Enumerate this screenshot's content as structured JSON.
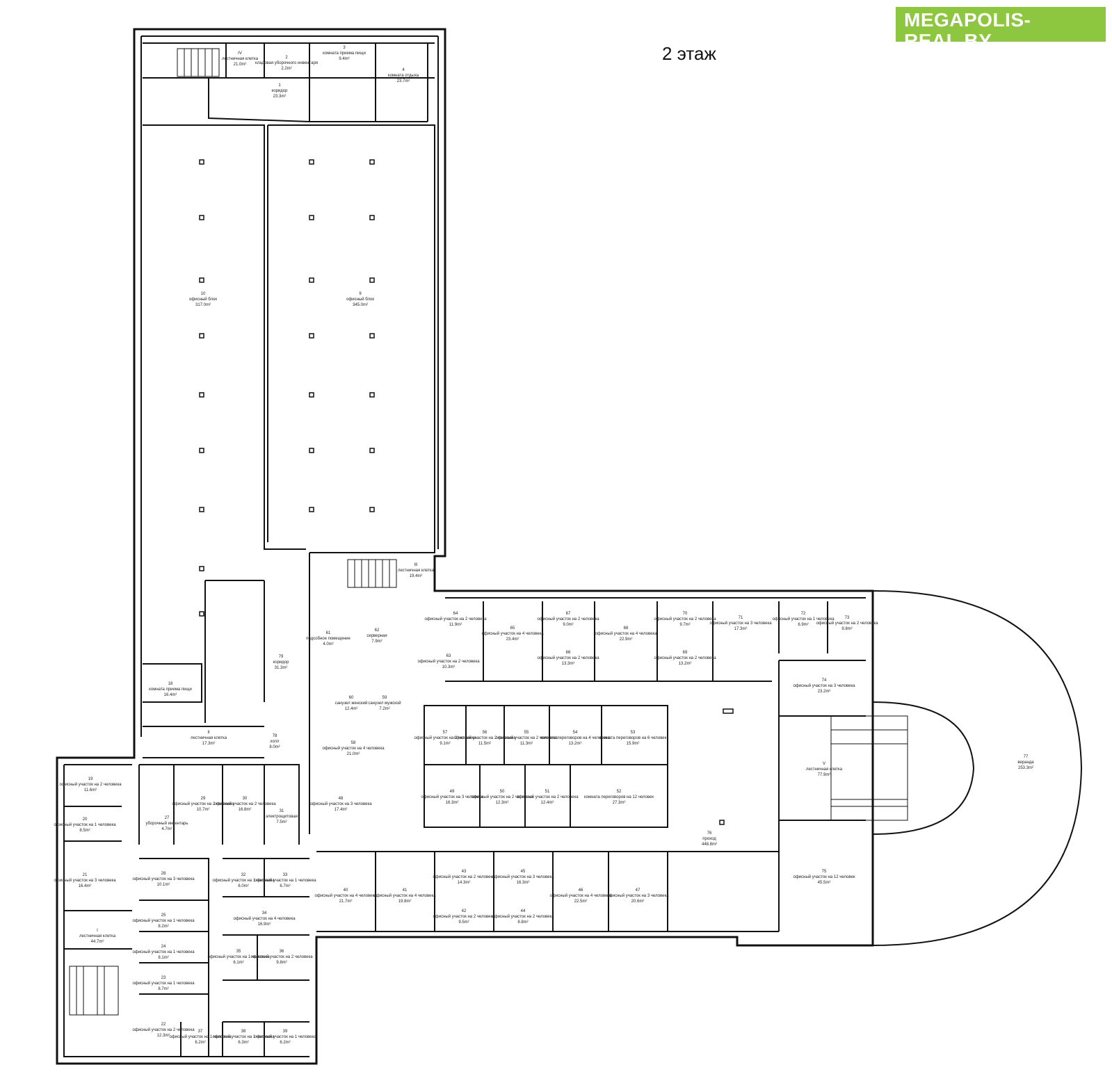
{
  "logo": {
    "title": "MEGAPOLIS-REAL.BY",
    "subtitle": "портал о коммерческой недвижимости в Беларуси",
    "brand_color": "#8dc63f"
  },
  "floor_title": "2 этаж",
  "rooms": [
    {
      "num": "IV",
      "name": "лестничная клетка",
      "area": "21.0m²"
    },
    {
      "num": "2",
      "name": "кладовая уборочного инвентаря",
      "area": "2.2m²"
    },
    {
      "num": "3",
      "name": "комната приема пищи",
      "area": "9.4m²"
    },
    {
      "num": "4",
      "name": "комната отдыха",
      "area": "23.7m²"
    },
    {
      "num": "1",
      "name": "коридор",
      "area": "23.3m²"
    },
    {
      "num": "10",
      "name": "офисный блок",
      "area": "317.0m²"
    },
    {
      "num": "9",
      "name": "офисный блок",
      "area": "345.0m²"
    },
    {
      "num": "III",
      "name": "лестничная клетка",
      "area": "19.4m²"
    },
    {
      "num": "79",
      "name": "коридор",
      "area": "31.3m²"
    },
    {
      "num": "18",
      "name": "комната приема пищи",
      "area": "16.4m²"
    },
    {
      "num": "II",
      "name": "лестничная клетка",
      "area": "17.3m²"
    },
    {
      "num": "78",
      "name": "холл",
      "area": "8.0m²"
    },
    {
      "num": "61",
      "name": "подсобное помещение",
      "area": "4.0m²"
    },
    {
      "num": "62",
      "name": "серверная",
      "area": "7.9m²"
    },
    {
      "num": "60",
      "name": "санузел женский",
      "area": "12.4m²"
    },
    {
      "num": "59",
      "name": "санузел мужской",
      "area": "7.2m²"
    },
    {
      "num": "58",
      "name": "офисный участок на 4 человека",
      "area": "21.0m²"
    },
    {
      "num": "48",
      "name": "офисный участок на 3 человека",
      "area": "17.4m²"
    },
    {
      "num": "64",
      "name": "офисный участок на 2 человека",
      "area": "11.9m²"
    },
    {
      "num": "63",
      "name": "офисный участок на 2 человека",
      "area": "10.3m²"
    },
    {
      "num": "65",
      "name": "офисный участок на 4 человека",
      "area": "23.4m²"
    },
    {
      "num": "67",
      "name": "офисный участок на 2 человека",
      "area": "9.0m²"
    },
    {
      "num": "66",
      "name": "офисный участок на 2 человека",
      "area": "13.3m²"
    },
    {
      "num": "68",
      "name": "офисный участок на 4 человека",
      "area": "22.9m²"
    },
    {
      "num": "70",
      "name": "офисный участок на 2 человека",
      "area": "9.7m²"
    },
    {
      "num": "69",
      "name": "офисный участок на 2 человека",
      "area": "13.2m²"
    },
    {
      "num": "71",
      "name": "офисный участок на 3 человека",
      "area": "17.3m²"
    },
    {
      "num": "72",
      "name": "офисный участок на 1 человека",
      "area": "6.9m²"
    },
    {
      "num": "73",
      "name": "офисный участок на 2 человека",
      "area": "9.8m²"
    },
    {
      "num": "74",
      "name": "офисный участок на 3 человека",
      "area": "23.2m²"
    },
    {
      "num": "57",
      "name": "офисный участок на 2 человека",
      "area": "9.1m²"
    },
    {
      "num": "56",
      "name": "офисный участок на 2 человека",
      "area": "11.5m²"
    },
    {
      "num": "55",
      "name": "офисный участок на 2 человека",
      "area": "11.3m²"
    },
    {
      "num": "54",
      "name": "комната переговоров на 4 человека",
      "area": "13.2m²"
    },
    {
      "num": "53",
      "name": "комната переговоров на 6 человек",
      "area": "15.9m²"
    },
    {
      "num": "49",
      "name": "офисный участок на 3 человека",
      "area": "16.3m²"
    },
    {
      "num": "50",
      "name": "офисный участок на 2 человека",
      "area": "12.3m²"
    },
    {
      "num": "51",
      "name": "офисный участок на 2 человека",
      "area": "12.4m²"
    },
    {
      "num": "52",
      "name": "комната переговоров на 12 человек",
      "area": "27.3m²"
    },
    {
      "num": "V",
      "name": "лестничная клетка",
      "area": "77.9m²"
    },
    {
      "num": "76",
      "name": "проход",
      "area": "448.8m²"
    },
    {
      "num": "77",
      "name": "веранда",
      "area": "253.3m²"
    },
    {
      "num": "75",
      "name": "офисный участок на 12 человек",
      "area": "45.5m²"
    },
    {
      "num": "19",
      "name": "офисный участок на 2 человека",
      "area": "11.6m²"
    },
    {
      "num": "20",
      "name": "офисный участок на 1 человека",
      "area": "8.5m²"
    },
    {
      "num": "21",
      "name": "офисный участок на 3 человека",
      "area": "16.4m²"
    },
    {
      "num": "I",
      "name": "лестничная клетка",
      "area": "44.7m²"
    },
    {
      "num": "27",
      "name": "уборочный инвентарь",
      "area": "4.7m²"
    },
    {
      "num": "29",
      "name": "офисный участок на 2 человека",
      "area": "10.7m²"
    },
    {
      "num": "30",
      "name": "офисный участок на 2 человека",
      "area": "16.8m²"
    },
    {
      "num": "31",
      "name": "электрощитовая",
      "area": "7.5m²"
    },
    {
      "num": "28",
      "name": "офисный участок на 3 человека",
      "area": "10.1m²"
    },
    {
      "num": "25",
      "name": "офисный участок на 1 человека",
      "area": "8.2m²"
    },
    {
      "num": "24",
      "name": "офисный участок на 1 человека",
      "area": "8.1m²"
    },
    {
      "num": "23",
      "name": "офисный участок на 1 человека",
      "area": "8.7m²"
    },
    {
      "num": "22",
      "name": "офисный участок на 2 человека",
      "area": "12.3m²"
    },
    {
      "num": "32",
      "name": "офисный участок на 1 человека",
      "area": "6.0m²"
    },
    {
      "num": "33",
      "name": "офисный участок на 1 человека",
      "area": "6.7m²"
    },
    {
      "num": "34",
      "name": "офисный участок на 4 человека",
      "area": "16.9m²"
    },
    {
      "num": "35",
      "name": "офисный участок на 1 человека",
      "area": "6.1m²"
    },
    {
      "num": "36",
      "name": "офисный участок на 2 человека",
      "area": "9.8m²"
    },
    {
      "num": "37",
      "name": "офисный участок на 1 человека",
      "area": "6.2m²"
    },
    {
      "num": "38",
      "name": "офисный участок на 1 человека",
      "area": "6.3m²"
    },
    {
      "num": "39",
      "name": "офисный участок на 1 человека",
      "area": "6.2m²"
    },
    {
      "num": "40",
      "name": "офисный участок на 4 человека",
      "area": "21.7m²"
    },
    {
      "num": "41",
      "name": "офисный участок на 4 человека",
      "area": "19.8m²"
    },
    {
      "num": "43",
      "name": "офисный участок на 2 человека",
      "area": "14.3m²"
    },
    {
      "num": "42",
      "name": "офисный участок на 2 человека",
      "area": "9.5m²"
    },
    {
      "num": "45",
      "name": "офисный участок на 3 человека",
      "area": "16.3m²"
    },
    {
      "num": "44",
      "name": "офисный участок на 2 человека",
      "area": "8.8m²"
    },
    {
      "num": "46",
      "name": "офисный участок на 4 человека",
      "area": "22.5m²"
    },
    {
      "num": "47",
      "name": "офисный участок на 3 человека",
      "area": "20.6m²"
    }
  ]
}
